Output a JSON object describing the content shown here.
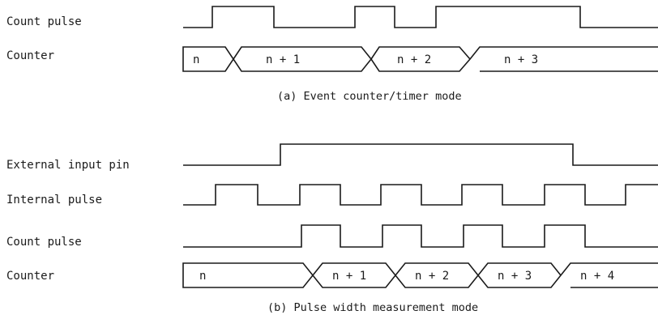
{
  "diagram_a": {
    "labels": {
      "count_pulse": "Count pulse",
      "counter": "Counter"
    },
    "counter_values": [
      "n",
      "n + 1",
      "n + 2",
      "n + 3"
    ],
    "caption": "(a) Event counter/timer mode"
  },
  "diagram_b": {
    "labels": {
      "external_input_pin": "External input pin",
      "internal_pulse": "Internal pulse",
      "count_pulse": "Count pulse",
      "counter": "Counter"
    },
    "counter_values": [
      "n",
      "n + 1",
      "n + 2",
      "n + 3",
      "n + 4"
    ],
    "caption": "(b) Pulse width measurement mode"
  }
}
